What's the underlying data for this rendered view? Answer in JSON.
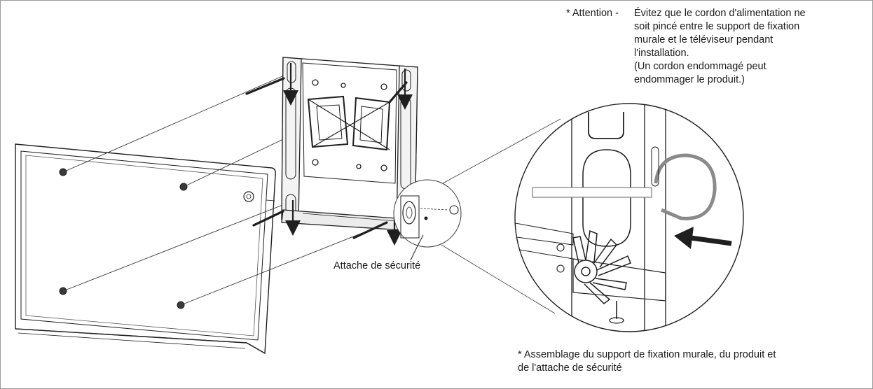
{
  "attention": {
    "lead": "* Attention -",
    "lines": [
      "Évitez que le cordon d'alimentation ne",
      "soit pincé entre le support de fixation",
      "murale et le téléviseur pendant",
      "l'installation."
    ],
    "note_lines": [
      "(Un cordon endommagé peut",
      "endommager le produit.)"
    ]
  },
  "labels": {
    "security_tie": "Attache de sécurité"
  },
  "assembly_note": {
    "lines": [
      "*  Assemblage du support de fixation murale, du produit et",
      "de l'attache de sécurité"
    ]
  },
  "colors": {
    "line": "#1f1f1f",
    "grey": "#8a8a8a",
    "light_grey": "#cfcfcf"
  }
}
